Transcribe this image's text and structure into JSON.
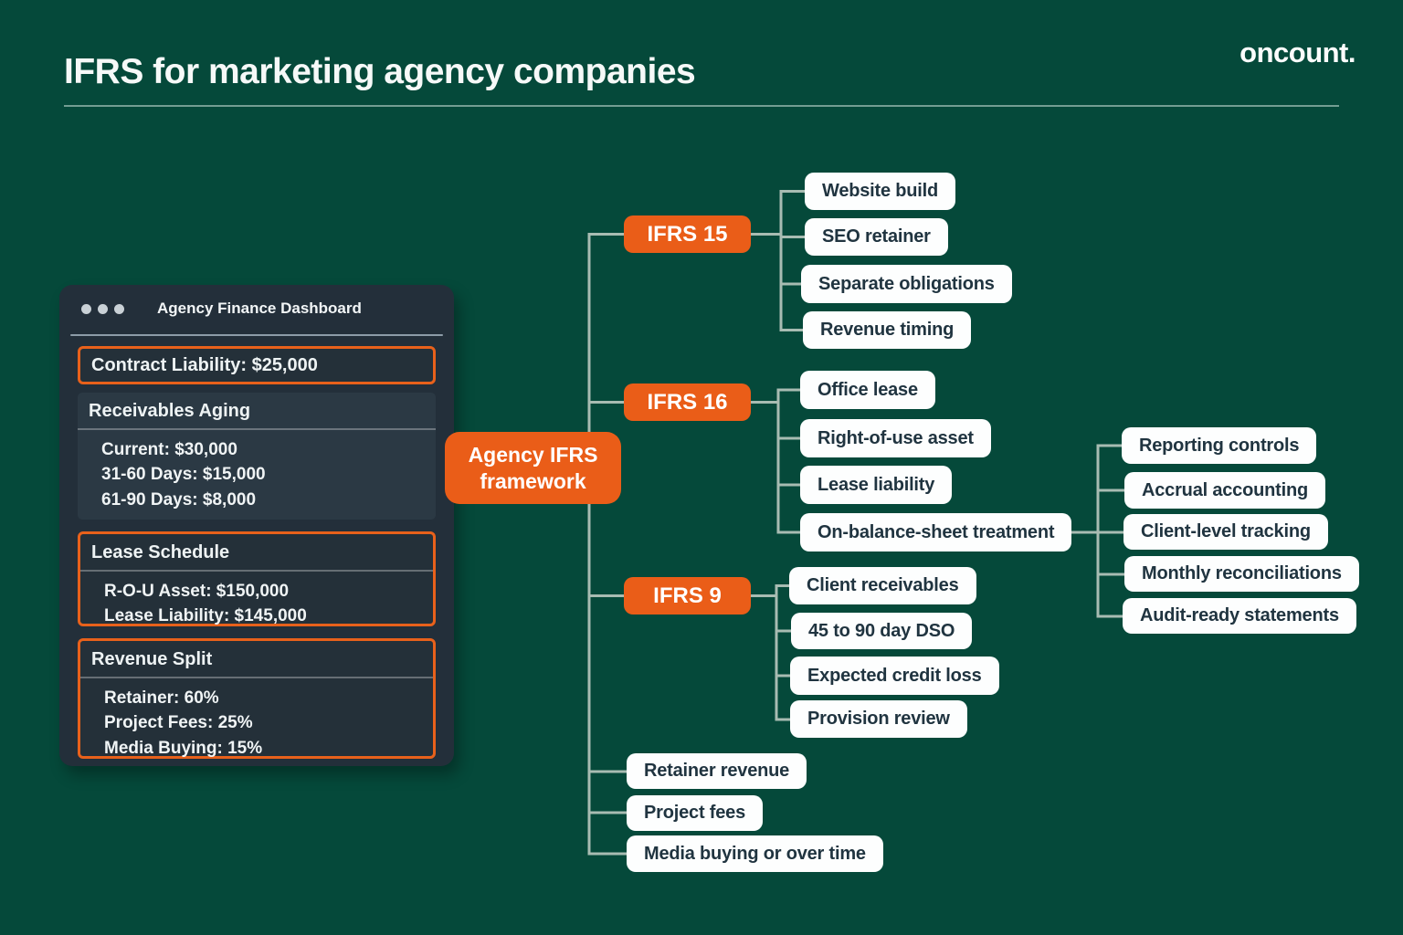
{
  "header": {
    "title": "IFRS for marketing agency companies",
    "logo": "oncount."
  },
  "dashboard": {
    "title": "Agency Finance Dashboard",
    "contract_liability": "Contract Liability: $25,000",
    "receivables": {
      "heading": "Receivables Aging",
      "rows": [
        "Current: $30,000",
        "31-60 Days: $15,000",
        "61-90 Days: $8,000"
      ]
    },
    "lease": {
      "heading": "Lease Schedule",
      "rows": [
        "R-O-U Asset: $150,000",
        "Lease Liability: $145,000"
      ]
    },
    "revenue_split": {
      "heading": "Revenue Split",
      "rows": [
        "Retainer: 60%",
        "Project Fees: 25%",
        "Media Buying: 15%"
      ]
    }
  },
  "diagram": {
    "root": "Agency IFRS framework",
    "branches": [
      {
        "label": "IFRS 15",
        "children": [
          "Website build",
          "SEO retainer",
          "Separate obligations",
          "Revenue timing"
        ]
      },
      {
        "label": "IFRS 16",
        "children": [
          "Office lease",
          "Right-of-use asset",
          "Lease liability",
          "On-balance-sheet treatment"
        ]
      },
      {
        "label": "IFRS 9",
        "children": [
          "Client receivables",
          "45 to 90 day DSO",
          "Expected credit loss",
          "Provision review"
        ]
      }
    ],
    "controls": [
      "Reporting controls",
      "Accrual accounting",
      "Client-level tracking",
      "Monthly reconciliations",
      "Audit-ready statements"
    ],
    "bottom_leaves": [
      "Retainer revenue",
      "Project fees",
      "Media buying or over time"
    ]
  },
  "colors": {
    "background": "#05493a",
    "accent_orange": "#ea5d18",
    "panel": "#232f3a",
    "leaf_bg": "#fdfefe",
    "leaf_text": "#203440",
    "connector": "#a8bcb2"
  }
}
